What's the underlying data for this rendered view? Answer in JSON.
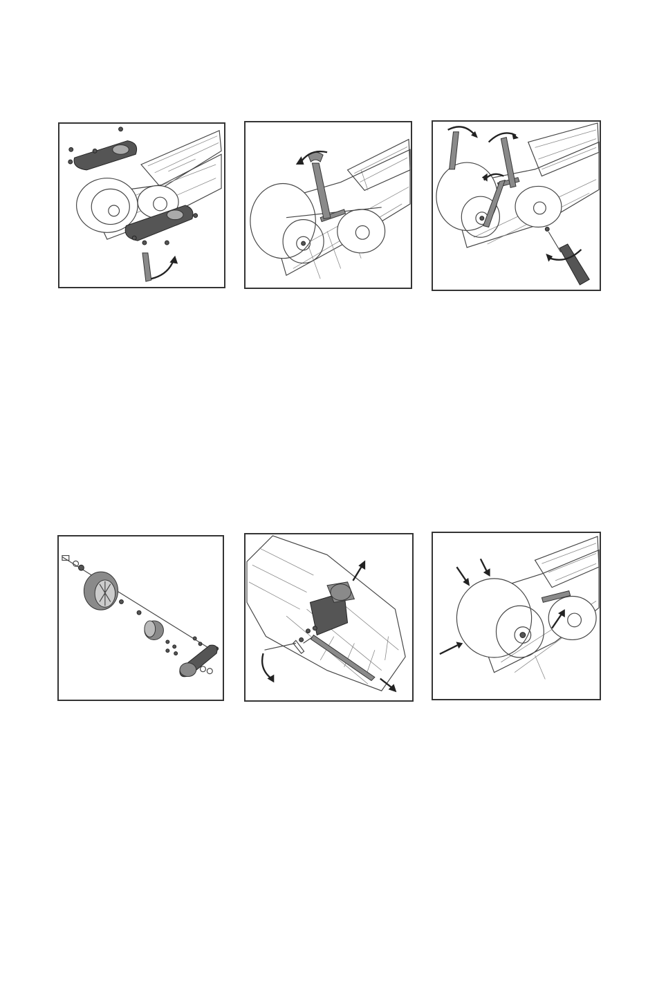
{
  "page": {
    "background": "#ffffff",
    "figures": [
      {
        "id": "figure-1"
      },
      {
        "id": "figure-2"
      },
      {
        "id": "figure-3"
      },
      {
        "id": "figure-4"
      },
      {
        "id": "figure-5"
      },
      {
        "id": "figure-6"
      }
    ]
  }
}
